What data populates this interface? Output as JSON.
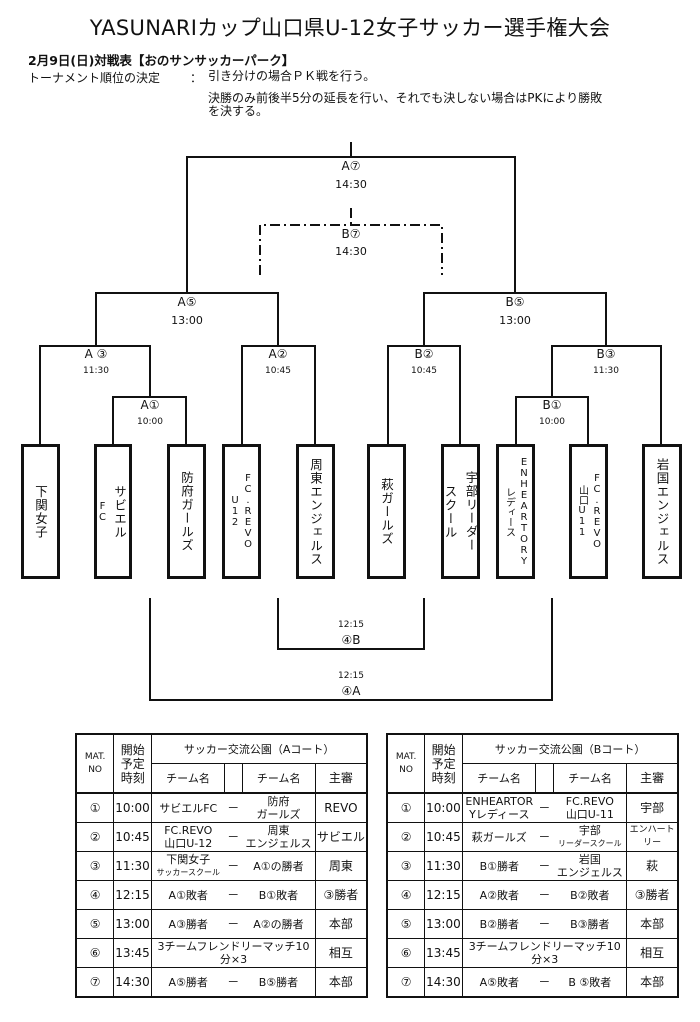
{
  "header": {
    "title": "YASUNARIカップ山口県U-12女子サッカー選手権大会",
    "subtitle": "2月9日(日)対戦表【おのサンサッカーパーク】",
    "rules_label": "トーナメント順位の決定",
    "rules_colon": "：",
    "rules": [
      "引き分けの場合ＰＫ戦を行う。",
      "決勝のみ前後半5分の延長を行い、それでも決しない場合はPKにより勝敗",
      "を決する。"
    ]
  },
  "bracket": {
    "matches": {
      "a1": {
        "label": "A①",
        "time": "10:00"
      },
      "a2": {
        "label": "A②",
        "time": "10:45"
      },
      "a3": {
        "label": "A ③",
        "time": "11:30"
      },
      "a5": {
        "label": "A⑤",
        "time": "13:00"
      },
      "a7": {
        "label": "A⑦",
        "time": "14:30"
      },
      "b1": {
        "label": "B①",
        "time": "10:00"
      },
      "b2": {
        "label": "B②",
        "time": "10:45"
      },
      "b3": {
        "label": "B③",
        "time": "11:30"
      },
      "b5": {
        "label": "B⑤",
        "time": "13:00"
      },
      "b7": {
        "label": "B⑦",
        "time": "14:30"
      },
      "a4": {
        "label": "④A",
        "time": "12:15"
      },
      "b4": {
        "label": "④B",
        "time": "12:15"
      }
    },
    "teams": [
      {
        "name": "下関女子",
        "cols": [
          "下関女子"
        ]
      },
      {
        "name": "サビエルFC",
        "cols": [
          "サビエル",
          "FC"
        ]
      },
      {
        "name": "防府ガールズ",
        "cols": [
          "防府ガールズ"
        ]
      },
      {
        "name": "FC.REVO U12",
        "cols": [
          "FC.REVO",
          "U12"
        ]
      },
      {
        "name": "周東エンジェルス",
        "cols": [
          "周東エンジェルス"
        ]
      },
      {
        "name": "萩ガールズ",
        "cols": [
          "萩ガールズ"
        ]
      },
      {
        "name": "宇部リーダースクール",
        "cols": [
          "宇部リーダー",
          "スクール"
        ]
      },
      {
        "name": "ENHEARTORYレディース",
        "cols": [
          "ENHEARTORY",
          "レディース"
        ]
      },
      {
        "name": "FC.REVO 山口U11",
        "cols": [
          "FC.REVO",
          "山口U11"
        ]
      },
      {
        "name": "岩国エンジェルス",
        "cols": [
          "岩国エンジェルス"
        ]
      }
    ]
  },
  "tables": [
    {
      "court": "サッカー交流公園（Aコート）",
      "head": {
        "mat": "MAT.",
        "no": "NO",
        "start": "開始",
        "plan": "予定",
        "time": "時刻",
        "team1": "チーム名",
        "team2": "チーム名",
        "referee": "主審"
      },
      "rows": [
        {
          "no": "①",
          "time": "10:00",
          "t1a": "サビエルFC",
          "t1b": "",
          "vs": "－",
          "t2a": "防府",
          "t2b": "ガールズ",
          "ref": "REVO"
        },
        {
          "no": "②",
          "time": "10:45",
          "t1a": "FC.REVO",
          "t1b": "山口U-12",
          "vs": "－",
          "t2a": "周東",
          "t2b": "エンジェルス",
          "ref": "サビエル"
        },
        {
          "no": "③",
          "time": "11:30",
          "t1a": "下関女子",
          "t1b": "サッカースクール",
          "vs": "－",
          "t2a": "A①の勝者",
          "t2b": "",
          "ref": "周東"
        },
        {
          "no": "④",
          "time": "12:15",
          "t1a": "A①敗者",
          "t1b": "",
          "vs": "－",
          "t2a": "B①敗者",
          "t2b": "",
          "ref": "③勝者"
        },
        {
          "no": "⑤",
          "time": "13:00",
          "t1a": "A③勝者",
          "t1b": "",
          "vs": "－",
          "t2a": "A②の勝者",
          "t2b": "",
          "ref": "本部"
        },
        {
          "no": "⑥",
          "time": "13:45",
          "span": "3チームフレンドリーマッチ10分×3",
          "ref": "相互"
        },
        {
          "no": "⑦",
          "time": "14:30",
          "t1a": "A⑤勝者",
          "t1b": "",
          "vs": "－",
          "t2a": "B⑤勝者",
          "t2b": "",
          "ref": "本部"
        }
      ]
    },
    {
      "court": "サッカー交流公園（Bコート）",
      "head": {
        "mat": "MAT.",
        "no": "NO",
        "start": "開始",
        "plan": "予定",
        "time": "時刻",
        "team1": "チーム名",
        "team2": "チーム名",
        "referee": "主審"
      },
      "rows": [
        {
          "no": "①",
          "time": "10:00",
          "t1a": "ENHEARTOR",
          "t1b": "Yレディース",
          "vs": "－",
          "t2a": "FC.REVO",
          "t2b": "山口U-11",
          "ref": "宇部"
        },
        {
          "no": "②",
          "time": "10:45",
          "t1a": "萩ガールズ",
          "t1b": "",
          "vs": "－",
          "t2a": "宇部",
          "t2b": "リーダースクール",
          "ref": "エンハートリー"
        },
        {
          "no": "③",
          "time": "11:30",
          "t1a": "B①勝者",
          "t1b": "",
          "vs": "－",
          "t2a": "岩国",
          "t2b": "エンジェルス",
          "ref": "萩"
        },
        {
          "no": "④",
          "time": "12:15",
          "t1a": "A②敗者",
          "t1b": "",
          "vs": "－",
          "t2a": "B②敗者",
          "t2b": "",
          "ref": "③勝者"
        },
        {
          "no": "⑤",
          "time": "13:00",
          "t1a": "B②勝者",
          "t1b": "",
          "vs": "－",
          "t2a": "B③勝者",
          "t2b": "",
          "ref": "本部"
        },
        {
          "no": "⑥",
          "time": "13:45",
          "span": "3チームフレンドリーマッチ10分×3",
          "ref": "相互"
        },
        {
          "no": "⑦",
          "time": "14:30",
          "t1a": "A⑤敗者",
          "t1b": "",
          "vs": "－",
          "t2a": "B ⑤敗者",
          "t2b": "",
          "ref": "本部"
        }
      ]
    }
  ]
}
